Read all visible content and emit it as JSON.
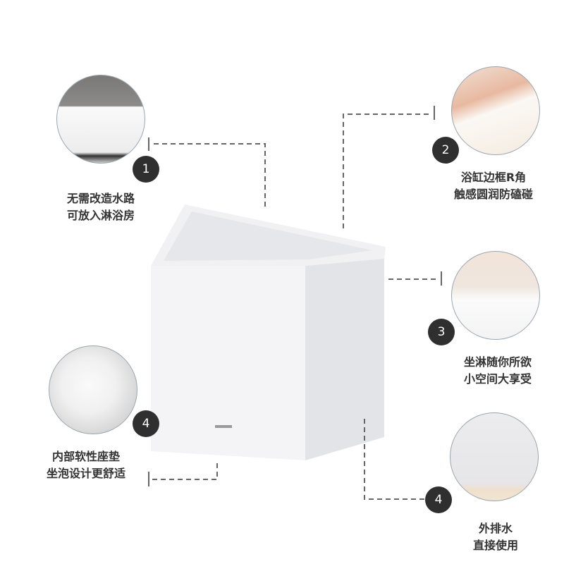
{
  "features": [
    {
      "number": "1",
      "line1": "无需改造水路",
      "line2": "可放入淋浴房"
    },
    {
      "number": "2",
      "line1": "浴缸边框R角",
      "line2": "触感圆润防磕碰"
    },
    {
      "number": "3",
      "line1": "坐淋随你所欲",
      "line2": "小空间大享受"
    },
    {
      "number": "4",
      "line1": "内部软性座垫",
      "line2": "坐泡设计更舒适"
    },
    {
      "number": "4",
      "line1": "外排水",
      "line2": "直接使用"
    }
  ],
  "colors": {
    "badge": "#2f2f2f",
    "dash": "#666666",
    "text": "#333333"
  }
}
